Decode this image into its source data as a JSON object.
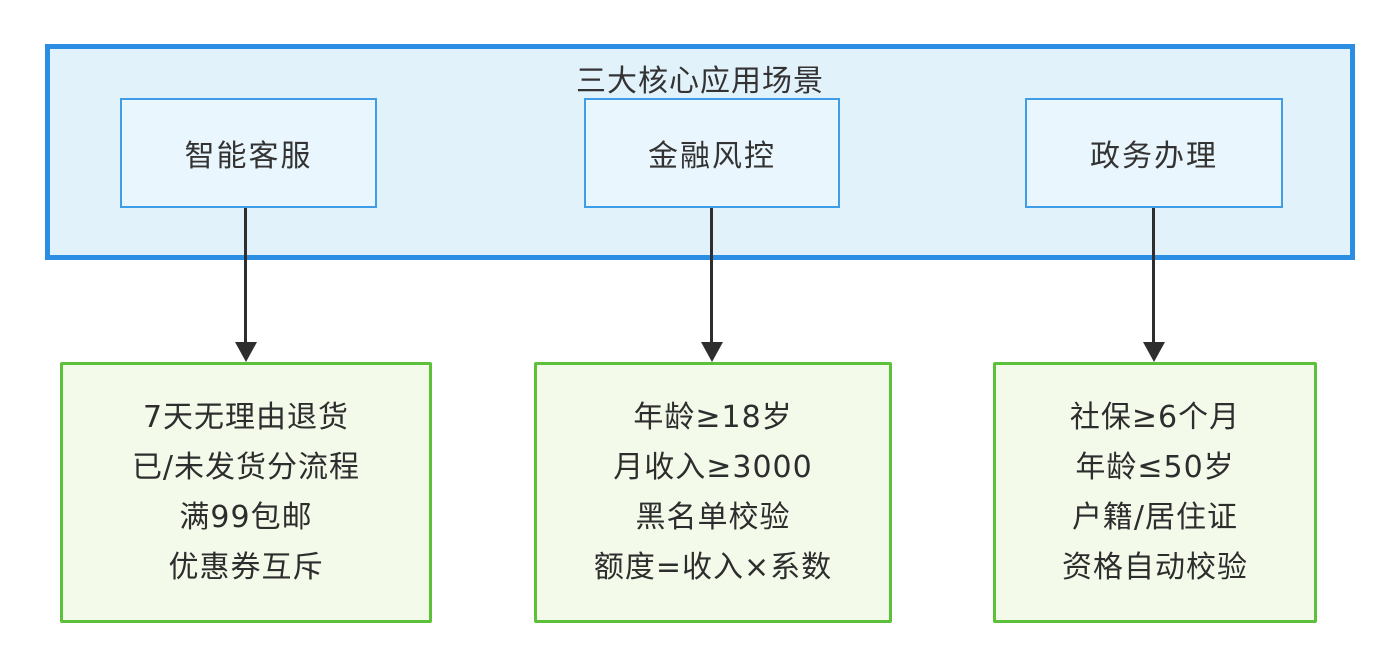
{
  "diagram": {
    "title": "三大核心应用场景",
    "scenarios": [
      {
        "label": "智能客服",
        "rules": [
          "7天无理由退货",
          "已/未发货分流程",
          "满99包邮",
          "优惠券互斥"
        ]
      },
      {
        "label": "金融风控",
        "rules": [
          "年龄≥18岁",
          "月收入≥3000",
          "黑名单校验",
          "额度=收入×系数"
        ]
      },
      {
        "label": "政务办理",
        "rules": [
          "社保≥6个月",
          "年龄≤50岁",
          "户籍/居住证",
          "资格自动校验"
        ]
      }
    ],
    "colors": {
      "container_border": "#2b8ee2",
      "container_bg": "#e2f2fb",
      "node_border": "#3f9de8",
      "node_bg": "#e9f6fd",
      "rule_border": "#5cc13a",
      "rule_bg": "#f3faea",
      "arrow": "#2e2e2e",
      "text": "#333333"
    }
  }
}
